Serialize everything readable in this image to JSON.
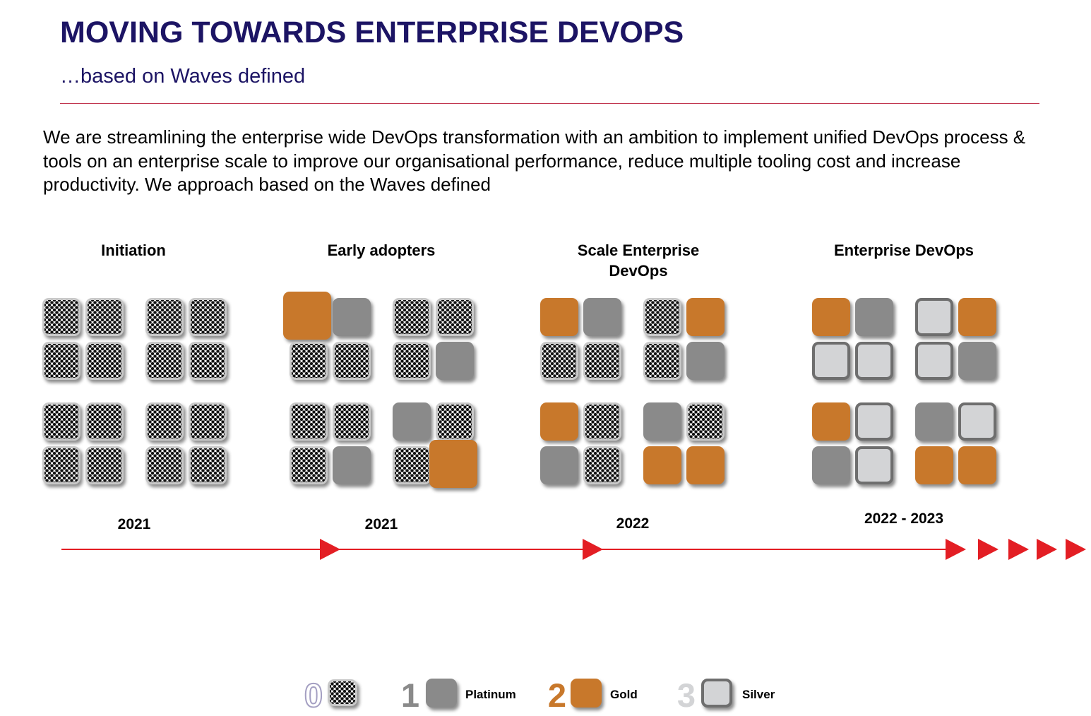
{
  "header": {
    "title": "MOVING TOWARDS ENTERPRISE DEVOPS",
    "subtitle": "…based on Waves defined"
  },
  "intro": "We are streamlining the enterprise wide DevOps transformation with an ambition to implement unified DevOps process & tools on an enterprise scale to improve our organisational performance, reduce multiple tooling cost and increase productivity. We approach based on the Waves defined",
  "colors": {
    "title": "#1c1464",
    "rule": "#c0334d",
    "arrow": "#e31e24",
    "platinum": "#8a8a8a",
    "gold": "#c8782b",
    "silver": "#d3d4d6"
  },
  "waves": [
    {
      "title": "Initiation",
      "year": "2021",
      "groups": [
        [
          0,
          0,
          0,
          0
        ],
        [
          0,
          0,
          0,
          0
        ],
        [
          0,
          0,
          0,
          0
        ],
        [
          0,
          0,
          0,
          0
        ]
      ]
    },
    {
      "title": "Early adopters",
      "year": "2021",
      "groups": [
        [
          2,
          1,
          0,
          0
        ],
        [
          0,
          0,
          0,
          1
        ],
        [
          0,
          0,
          0,
          1
        ],
        [
          1,
          0,
          0,
          2
        ]
      ]
    },
    {
      "title": "Scale Enterprise DevOps",
      "year": "2022",
      "groups": [
        [
          2,
          1,
          0,
          0
        ],
        [
          0,
          2,
          0,
          1
        ],
        [
          2,
          0,
          1,
          0
        ],
        [
          1,
          0,
          2,
          2
        ]
      ]
    },
    {
      "title": "Enterprise DevOps",
      "year": "2022 - 2023",
      "groups": [
        [
          2,
          1,
          3,
          3
        ],
        [
          3,
          2,
          3,
          1
        ],
        [
          2,
          3,
          1,
          3
        ],
        [
          1,
          3,
          2,
          2
        ]
      ]
    }
  ],
  "legend": [
    {
      "level": "0",
      "label": "",
      "tile": 0,
      "num_color": "#ffffff"
    },
    {
      "level": "1",
      "label": "Platinum",
      "tile": 1,
      "num_color": "#8a8a8a"
    },
    {
      "level": "2",
      "label": "Gold",
      "tile": 2,
      "num_color": "#c8782b"
    },
    {
      "level": "3",
      "label": "Silver",
      "tile": 3,
      "num_color": "#d3d4d6"
    }
  ]
}
